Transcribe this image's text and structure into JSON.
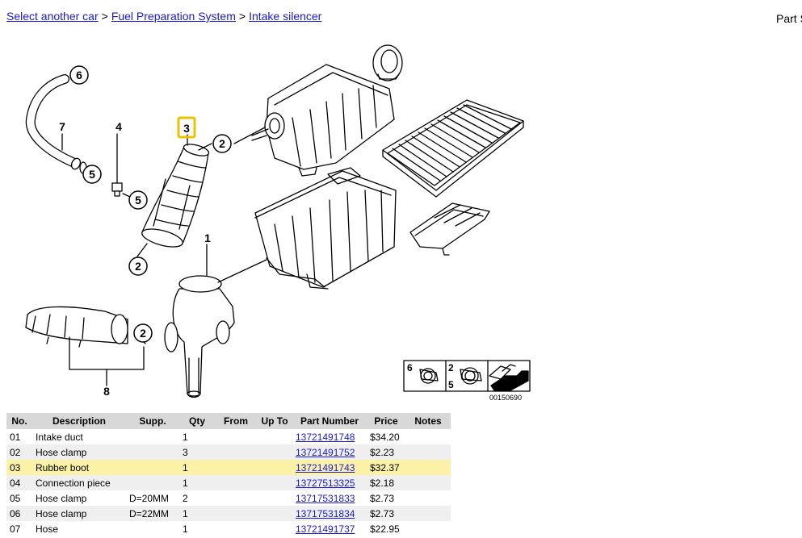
{
  "breadcrumb": {
    "items": [
      "Select another car",
      "Fuel Preparation System",
      "Intake silencer"
    ],
    "separator": ">"
  },
  "header": {
    "right_text": "Part S"
  },
  "diagram": {
    "callouts": [
      "6",
      "7",
      "4",
      "3",
      "2",
      "5",
      "5",
      "1",
      "2",
      "2",
      "8"
    ],
    "legend": {
      "a": "6",
      "b": "2",
      "c": "5"
    },
    "image_code": "00150690"
  },
  "colors": {
    "link": "#1a1ad0",
    "highlight_row": "#fbf2a8",
    "highlight_box": "#e8c400",
    "header_bg": "#d8d8d8"
  },
  "table": {
    "columns": [
      "No.",
      "Description",
      "Supp.",
      "Qty",
      "From",
      "Up To",
      "Part Number",
      "Price",
      "Notes"
    ],
    "rows": [
      {
        "no": "01",
        "desc": "Intake duct",
        "supp": "",
        "qty": "1",
        "from": "",
        "upto": "",
        "pn": "13721491748",
        "price": "$34.20",
        "notes": ""
      },
      {
        "no": "02",
        "desc": "Hose clamp",
        "supp": "",
        "qty": "3",
        "from": "",
        "upto": "",
        "pn": "13721491752",
        "price": "$2.23",
        "notes": ""
      },
      {
        "no": "03",
        "desc": "Rubber boot",
        "supp": "",
        "qty": "1",
        "from": "",
        "upto": "",
        "pn": "13721491743",
        "price": "$32.37",
        "notes": ""
      },
      {
        "no": "04",
        "desc": "Connection piece",
        "supp": "",
        "qty": "1",
        "from": "",
        "upto": "",
        "pn": "13727513325",
        "price": "$2.18",
        "notes": ""
      },
      {
        "no": "05",
        "desc": "Hose clamp",
        "supp": "D=20MM",
        "qty": "2",
        "from": "",
        "upto": "",
        "pn": "13717531833",
        "price": "$2.73",
        "notes": ""
      },
      {
        "no": "06",
        "desc": "Hose clamp",
        "supp": "D=22MM",
        "qty": "1",
        "from": "",
        "upto": "",
        "pn": "13717531834",
        "price": "$2.73",
        "notes": ""
      },
      {
        "no": "07",
        "desc": "Hose",
        "supp": "",
        "qty": "1",
        "from": "",
        "upto": "",
        "pn": "13721491737",
        "price": "$22.95",
        "notes": ""
      }
    ]
  }
}
